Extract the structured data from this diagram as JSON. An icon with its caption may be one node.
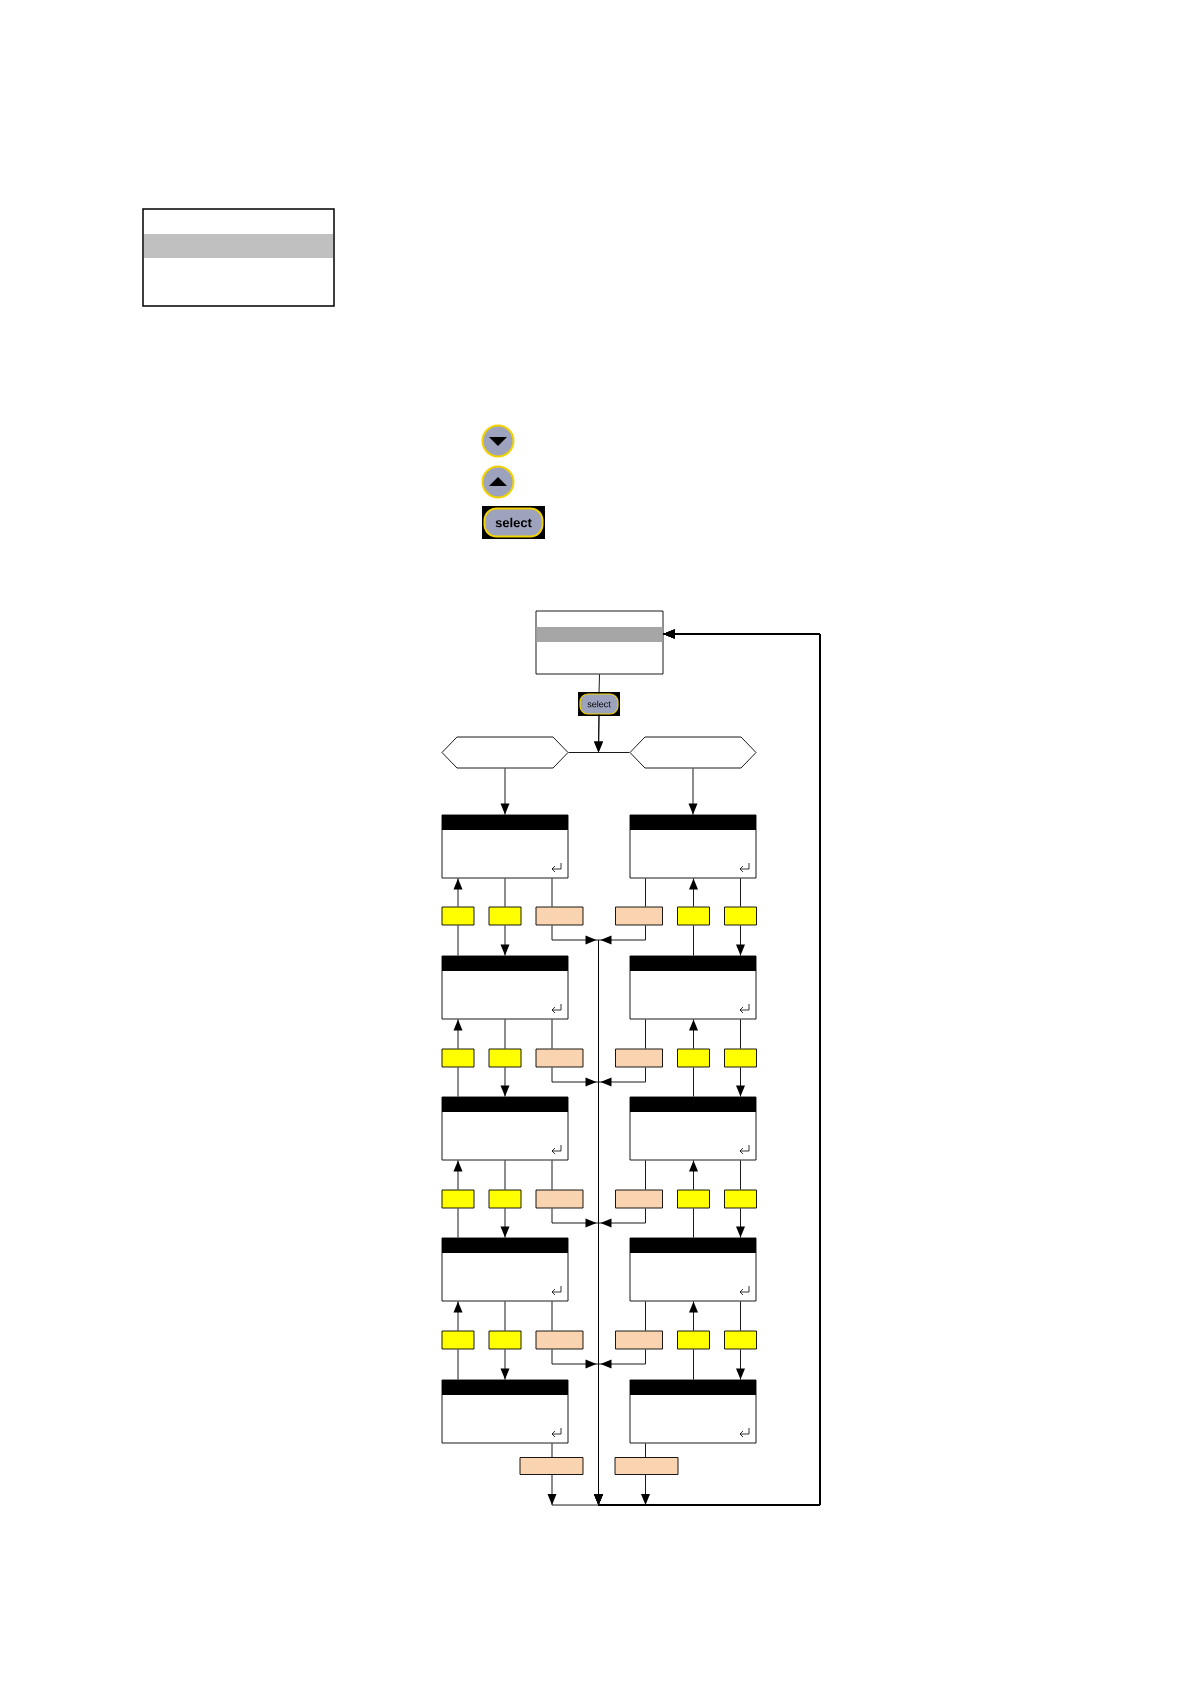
{
  "diagram": {
    "nodes": [
      {
        "text": [
          "select"
        ]
      },
      {
        "text": [],
        "shape": "box"
      },
      {
        "text": [
          "select"
        ]
      },
      {
        "text": [],
        "shape": "hexagon"
      },
      {
        "text": [],
        "shape": "hexagon"
      },
      {
        "text": [],
        "shape": "box"
      },
      {
        "text": [],
        "shape": "box"
      },
      {
        "text": [],
        "shape": "box"
      },
      {
        "text": [],
        "shape": "box"
      },
      {
        "text": [],
        "shape": "box"
      },
      {
        "text": [],
        "shape": "box"
      },
      {
        "text": [],
        "shape": "box"
      },
      {
        "text": [],
        "shape": "box"
      },
      {
        "text": [],
        "shape": "box"
      },
      {
        "text": [],
        "shape": "box"
      },
      {
        "text": [],
        "shape": "box"
      },
      {
        "text": [],
        "shape": "box"
      },
      {
        "text": [],
        "shape": "box"
      },
      {
        "text": [],
        "shape": "box"
      },
      {
        "text": [],
        "shape": "box"
      },
      {
        "text": [],
        "shape": "box"
      },
      {
        "text": [],
        "shape": "box"
      },
      {
        "text": [],
        "shape": "box"
      },
      {
        "text": [],
        "shape": "box"
      },
      {
        "text": [],
        "shape": "box"
      },
      {
        "text": [],
        "shape": "box"
      },
      {
        "text": [],
        "shape": "box"
      },
      {
        "text": [],
        "shape": "box"
      },
      {
        "text": [],
        "shape": "box"
      },
      {
        "text": [],
        "shape": "box"
      },
      {
        "text": [],
        "shape": "box"
      },
      {
        "text": [],
        "shape": "box"
      },
      {
        "text": [],
        "shape": "box"
      },
      {
        "text": [],
        "shape": "box"
      },
      {
        "text": [],
        "shape": "box"
      },
      {
        "text": [],
        "shape": "box"
      },
      {
        "text": [],
        "shape": "box"
      },
      {
        "text": [],
        "shape": "box"
      },
      {
        "text": [],
        "shape": "box"
      },
      {
        "text": [],
        "shape": "box"
      },
      {
        "text": [],
        "shape": "box"
      }
    ],
    "edges": [
      {
        "from": 1,
        "to": 2,
        "arrow": "none"
      },
      {
        "from": 2,
        "to": 3,
        "arrow": "to"
      },
      {
        "from": 2,
        "to": 4,
        "arrow": "to"
      },
      {
        "from": 3,
        "to": 5,
        "arrow": "to"
      },
      {
        "from": 4,
        "to": 10,
        "arrow": "to"
      },
      {
        "from": 6,
        "to": 15,
        "arrow": "none"
      },
      {
        "from": 15,
        "to": 5,
        "arrow": "to"
      },
      {
        "from": 5,
        "to": 16,
        "arrow": "none"
      },
      {
        "from": 16,
        "to": 6,
        "arrow": "to"
      },
      {
        "from": 5,
        "to": 17,
        "arrow": "none"
      },
      {
        "from": 17,
        "to": 1,
        "arrow": "to"
      },
      {
        "from": 10,
        "to": 18,
        "arrow": "none"
      },
      {
        "from": 18,
        "to": 1,
        "arrow": "to"
      },
      {
        "from": 11,
        "to": 19,
        "arrow": "none"
      },
      {
        "from": 19,
        "to": 10,
        "arrow": "to"
      },
      {
        "from": 10,
        "to": 20,
        "arrow": "none"
      },
      {
        "from": 20,
        "to": 11,
        "arrow": "to"
      },
      {
        "from": 7,
        "to": 21,
        "arrow": "none"
      },
      {
        "from": 21,
        "to": 6,
        "arrow": "to"
      },
      {
        "from": 6,
        "to": 22,
        "arrow": "none"
      },
      {
        "from": 22,
        "to": 7,
        "arrow": "to"
      },
      {
        "from": 6,
        "to": 23,
        "arrow": "none"
      },
      {
        "from": 23,
        "to": 1,
        "arrow": "to"
      },
      {
        "from": 11,
        "to": 24,
        "arrow": "none"
      },
      {
        "from": 24,
        "to": 1,
        "arrow": "to"
      },
      {
        "from": 12,
        "to": 25,
        "arrow": "none"
      },
      {
        "from": 25,
        "to": 11,
        "arrow": "to"
      },
      {
        "from": 11,
        "to": 26,
        "arrow": "none"
      },
      {
        "from": 26,
        "to": 12,
        "arrow": "to"
      },
      {
        "from": 8,
        "to": 27,
        "arrow": "none"
      },
      {
        "from": 27,
        "to": 7,
        "arrow": "to"
      },
      {
        "from": 7,
        "to": 28,
        "arrow": "none"
      },
      {
        "from": 28,
        "to": 8,
        "arrow": "to"
      },
      {
        "from": 7,
        "to": 29,
        "arrow": "none"
      },
      {
        "from": 29,
        "to": 1,
        "arrow": "to"
      },
      {
        "from": 12,
        "to": 30,
        "arrow": "none"
      },
      {
        "from": 30,
        "to": 1,
        "arrow": "to"
      },
      {
        "from": 13,
        "to": 31,
        "arrow": "none"
      },
      {
        "from": 31,
        "to": 12,
        "arrow": "to"
      },
      {
        "from": 12,
        "to": 32,
        "arrow": "none"
      },
      {
        "from": 32,
        "to": 13,
        "arrow": "to"
      },
      {
        "from": 9,
        "to": 33,
        "arrow": "none"
      },
      {
        "from": 33,
        "to": 8,
        "arrow": "to"
      },
      {
        "from": 8,
        "to": 34,
        "arrow": "none"
      },
      {
        "from": 34,
        "to": 9,
        "arrow": "to"
      },
      {
        "from": 8,
        "to": 35,
        "arrow": "none"
      },
      {
        "from": 35,
        "to": 1,
        "arrow": "to"
      },
      {
        "from": 13,
        "to": 36,
        "arrow": "none"
      },
      {
        "from": 36,
        "to": 1,
        "arrow": "to"
      },
      {
        "from": 14,
        "to": 37,
        "arrow": "none"
      },
      {
        "from": 37,
        "to": 13,
        "arrow": "to"
      },
      {
        "from": 13,
        "to": 38,
        "arrow": "none"
      },
      {
        "from": 38,
        "to": 14,
        "arrow": "to"
      },
      {
        "from": 9,
        "to": 39,
        "arrow": "none"
      },
      {
        "from": 39,
        "to": 1,
        "arrow": "to"
      },
      {
        "from": 14,
        "to": 40,
        "arrow": "none"
      },
      {
        "from": 40,
        "to": 1,
        "arrow": "to"
      }
    ]
  }
}
